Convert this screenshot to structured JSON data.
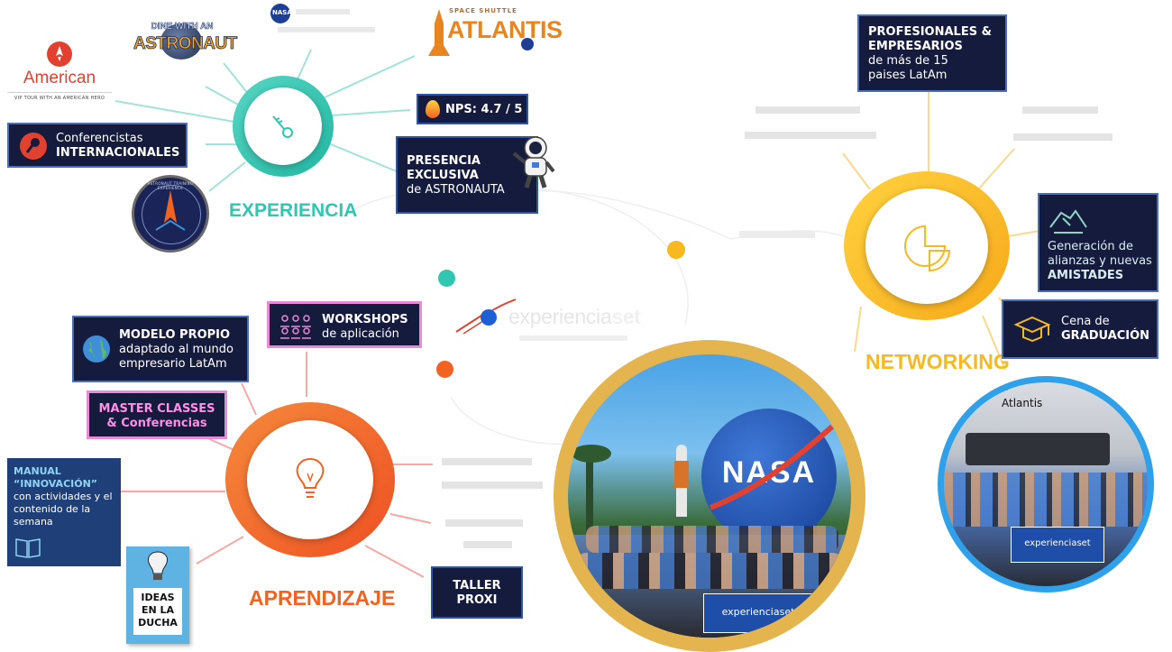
{
  "colors": {
    "experiencia": "#2fc7b0",
    "networking": "#f6b920",
    "aprendizaje": "#f26322",
    "navy": "#141b3d",
    "blue": "#1f3f78",
    "pink": "#e78ad8"
  },
  "experiencia": {
    "label": "EXPERIENCIA",
    "american": "American",
    "american_tagline": "VIP TOUR WITH AN AMERICAN HERO",
    "dine_line1": "DINE WITH AN",
    "dine_line2": "ASTRONAUT",
    "atlantis_top": "SPACE SHUTTLE",
    "atlantis": "ATLANTIS",
    "nasa_badge": "NASA",
    "conferencistas_line1": "Conferencistas",
    "conferencistas_line2": "INTERNACIONALES",
    "nps": "NPS: 4.7 / 5",
    "presencia_line1": "PRESENCIA",
    "presencia_line2": "EXCLUSIVA",
    "presencia_line3": "de ASTRONAUTA",
    "ate_ring": "ASTRONAUT TRAINING EXPERIENCE"
  },
  "networking": {
    "label": "NETWORKING",
    "profesionales_line1": "PROFESIONALES &",
    "profesionales_line2": "EMPRESARIOS",
    "profesionales_line3": "de más de 15",
    "profesionales_line4": "paises LatAm",
    "generacion_line1": "Generación de",
    "generacion_line2": "alianzas y nuevas",
    "generacion_line3": "AMISTADES",
    "cena_line1": "Cena de",
    "cena_line2": "GRADUACIÓN"
  },
  "aprendizaje": {
    "label": "APRENDIZAJE",
    "modelo_line1": "MODELO PROPIO",
    "modelo_line2": "adaptado al mundo",
    "modelo_line3": "empresario LatAm",
    "workshops_line1": "WORKSHOPS",
    "workshops_line2": "de aplicación",
    "master_line1": "MASTER CLASSES",
    "master_line2": "& Conferencias",
    "manual_line1": "MANUAL",
    "manual_line2": "“INNOVACIÓN”",
    "manual_line3": "con actividades y el",
    "manual_line4": "contenido de la",
    "manual_line5": "semana",
    "book_line1": "IDEAS",
    "book_line2": "EN LA",
    "book_line3": "DUCHA",
    "taller_line1": "TALLER",
    "taller_line2": "PROXI"
  },
  "center": {
    "logo_part1": "experiencia",
    "logo_part2": "set"
  },
  "photos": {
    "nasa_globe_text": "NASA",
    "banner_text": "experienciaset",
    "small_banner_text": "experienciaset",
    "atlantis_sign": "Atlantis",
    "small_logo": "iaset"
  }
}
